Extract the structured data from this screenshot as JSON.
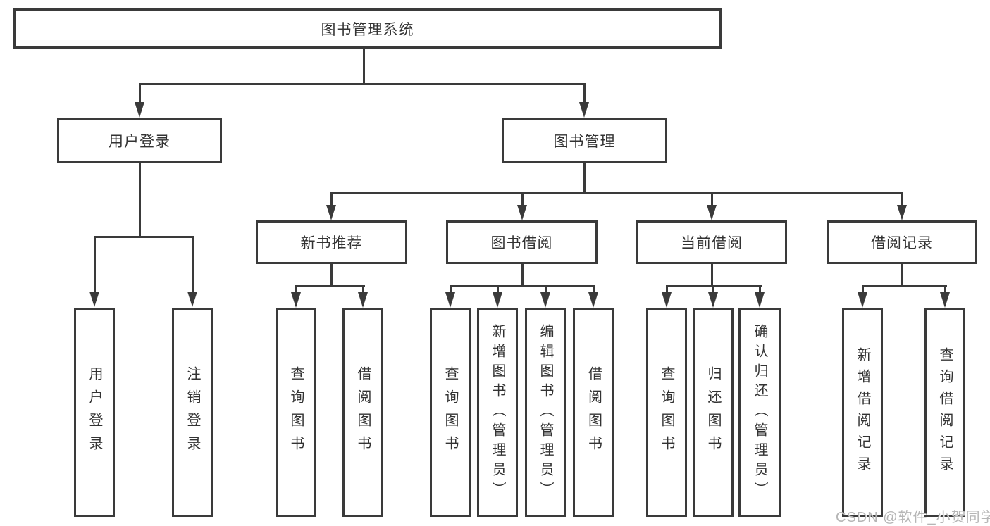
{
  "page": {
    "background": "#ffffff"
  },
  "colors": {
    "line": "#3a3a3a",
    "box_border": "#3a3a3a",
    "text": "#333333",
    "watermark": "#b6b6b6"
  },
  "watermark": {
    "text": "CSDN @软件_小贺同学"
  },
  "tree": {
    "root": {
      "label": "图书管理系统"
    },
    "branches": [
      {
        "label": "用户登录",
        "children": [
          {
            "label": "用户登录"
          },
          {
            "label": "注销登录"
          }
        ]
      },
      {
        "label": "图书管理",
        "children": [
          {
            "label": "新书推荐",
            "children": [
              {
                "label": "查询图书"
              },
              {
                "label": "借阅图书"
              }
            ]
          },
          {
            "label": "图书借阅",
            "children": [
              {
                "label": "查询图书"
              },
              {
                "label": "新增图书（管理员）"
              },
              {
                "label": "编辑图书（管理员）"
              },
              {
                "label": "借阅图书"
              }
            ]
          },
          {
            "label": "当前借阅",
            "children": [
              {
                "label": "查询图书"
              },
              {
                "label": "归还图书"
              },
              {
                "label": "确认归还（管理员）"
              }
            ]
          },
          {
            "label": "借阅记录",
            "children": [
              {
                "label": "新增借阅记录"
              },
              {
                "label": "查询借阅记录"
              }
            ]
          }
        ]
      }
    ]
  }
}
